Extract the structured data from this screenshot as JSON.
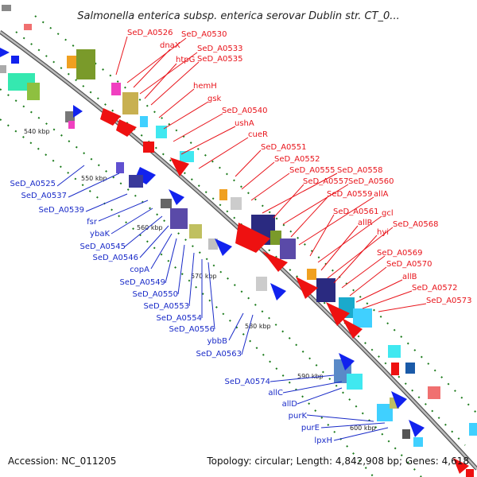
{
  "title": "Salmonella enterica subsp. enterica serovar Dublin str. CT_0...",
  "footer": {
    "accession": "Accession: NC_011205",
    "stats": "Topology: circular; Length: 4,842,908 bp; Genes: 4,618"
  },
  "ticks": [
    "540 kbp",
    "550 kbp",
    "560 kbp",
    "570 kbp",
    "580 kbp",
    "590 kbp",
    "600 kbp"
  ],
  "genes_plus": [
    "SeD_A0526",
    "SeD_A0530",
    "dnaX",
    "SeD_A0533",
    "htpG",
    "SeD_A0535",
    "hemH",
    "gsk",
    "SeD_A0540",
    "ushA",
    "cueR",
    "SeD_A0551",
    "SeD_A0552",
    "SeD_A0555",
    "SeD_A0558",
    "SeD_A0557",
    "SeD_A0560",
    "SeD_A0559",
    "allA",
    "SeD_A0561",
    "gcl",
    "allR",
    "SeD_A0568",
    "hyi",
    "SeD_A0569",
    "SeD_A0570",
    "allB",
    "SeD_A0572",
    "SeD_A0573"
  ],
  "genes_minus": [
    "SeD_A0525",
    "SeD_A0537",
    "SeD_A0539",
    "fsr",
    "ybaK",
    "SeD_A0545",
    "SeD_A0546",
    "copA",
    "SeD_A0549",
    "SeD_A0550",
    "SeD_A0553",
    "SeD_A0554",
    "SeD_A0556",
    "ybbB",
    "SeD_A0563",
    "SeD_A0574",
    "allC",
    "allD",
    "purK",
    "purE",
    "lpxH"
  ],
  "colors": {
    "plus_label": "#e8141b",
    "minus_label": "#1a2bc8",
    "backbone": "#8a8a8a",
    "cds_plus": "#ee1111",
    "cds_minus": "#1122ee",
    "rna_dots": "#1a7a1a"
  }
}
